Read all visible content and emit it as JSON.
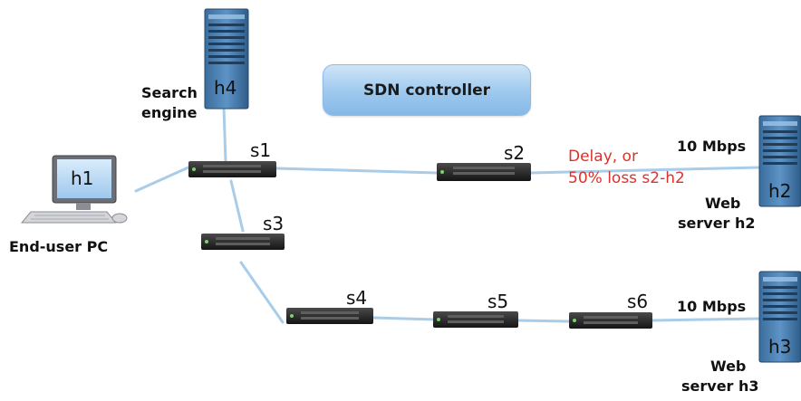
{
  "controller": {
    "label": "SDN controller"
  },
  "hosts": {
    "h1": {
      "label": "h1",
      "caption": "End-user PC"
    },
    "h2": {
      "label": "h2",
      "caption_line1": "Web",
      "caption_line2": "server h2",
      "link_speed": "10 Mbps"
    },
    "h3": {
      "label": "h3",
      "caption_line1": "Web",
      "caption_line2": "server h3",
      "link_speed": "10 Mbps"
    },
    "h4": {
      "label": "h4",
      "caption_line1": "Search",
      "caption_line2": "engine"
    }
  },
  "switches": {
    "s1": "s1",
    "s2": "s2",
    "s3": "s3",
    "s4": "s4",
    "s5": "s5",
    "s6": "s6"
  },
  "annotation": {
    "line1": "Delay, or",
    "line2": "50% loss s2-h2",
    "color": "#e0302a"
  },
  "colors": {
    "link": "#a9cde8",
    "controller_fill": "#9dc8ee"
  }
}
